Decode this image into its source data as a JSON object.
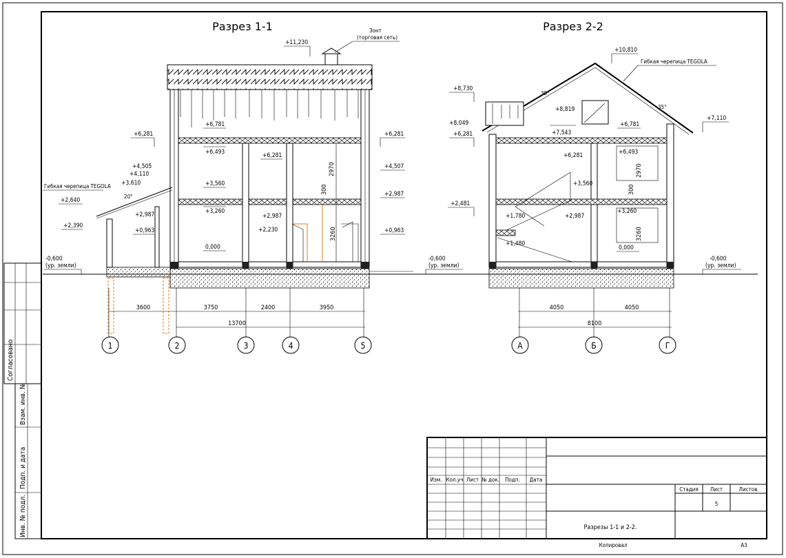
{
  "sheet": {
    "section_1_title": "Разрез 1-1",
    "section_2_title": "Разрез 2-2",
    "format": "А3",
    "copied_label": "Копировал"
  },
  "section1": {
    "levels": {
      "top": "+11,230",
      "l6781": "+6,781",
      "l6493": "+6,493",
      "l6281_left": "+6,281",
      "l6281_right": "+6,281",
      "l6281_inner": "+6,281",
      "l4505": "+4,505",
      "l4110": "+4,110",
      "l4507": "+4,507",
      "l3610": "+3,610",
      "l3560": "+3,560",
      "l3260": "+3,260",
      "l2987_right": "+2,987",
      "l2987_mid": "+2,987",
      "l2987_porch": "+2,987",
      "l2640": "+2,640",
      "l2390": "+2,390",
      "l2230": "+2,230",
      "l0963_left": "+0,963",
      "l0963_right": "+0,963",
      "l0000": "0,000",
      "ground": "-0,600",
      "ground_note": "(ур. земли)"
    },
    "notes": {
      "umbrella": "Зонт",
      "umbrella_sub": "(торговая сеть)",
      "roofing": "Гибкая черепица TEGOLA",
      "angle": "20°"
    },
    "vertical_dims": {
      "d2970": "2970",
      "d300": "300",
      "d3260": "3260"
    },
    "dims": {
      "d3600": "3600",
      "d3750": "3750",
      "d2400": "2400",
      "d3950": "3950",
      "total": "13700"
    },
    "axes": [
      "1",
      "2",
      "3",
      "4",
      "5"
    ]
  },
  "section2": {
    "levels": {
      "top": "+10,810",
      "l8730": "+8,730",
      "l8049": "+8,049",
      "l8819": "+8,819",
      "l7543": "+7,543",
      "l7110": "+7,110",
      "l6781": "+6,781",
      "l6493": "+6,493",
      "l6281_left": "+6,281",
      "l6281_inner": "+6,281",
      "l3560": "+3,560",
      "l3260": "+3,260",
      "l2987": "+2,987",
      "l2481": "+2,481",
      "l1780": "+1,780",
      "l1480": "+1,480",
      "l0000": "0,000",
      "ground_left": "-0,600",
      "ground_right": "-0,600",
      "ground_note": "(ур. земли)"
    },
    "notes": {
      "roofing": "Гибкая черепица TEGOLA",
      "angle1": "35°",
      "angle2": "35°"
    },
    "vertical_dims": {
      "d2970": "2970",
      "d300": "300",
      "d3260": "3260"
    },
    "dims": {
      "d4050a": "4050",
      "d4050b": "4050",
      "total": "8100"
    },
    "axes": [
      "А",
      "Б",
      "Г"
    ]
  },
  "stamp": {
    "cols": [
      "Изм.",
      "Кол.уч",
      "Лист",
      "№ док.",
      "Подп.",
      "Дата"
    ],
    "stage_label": "Стадия",
    "sheet_label": "Лист",
    "sheets_label": "Листов",
    "sheet_no": "5",
    "drawing_title": "Разрезы 1-1 и 2-2."
  },
  "side_fields": {
    "agreed": "Согласовано",
    "inv_replace": "Взам. инв. №",
    "sign_date": "Подп. и дата",
    "inv_orig": "Инв. № подл."
  }
}
